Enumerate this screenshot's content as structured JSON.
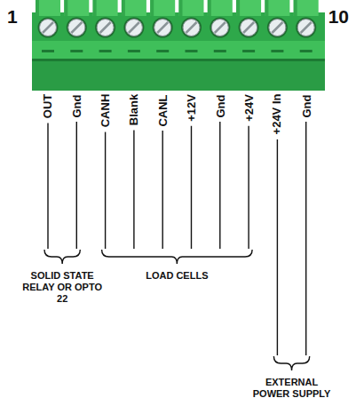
{
  "diagram": {
    "labels": [
      "1",
      "10",
      "OUT",
      "Gnd",
      "CANH",
      "Blank",
      "CANL",
      "+12V",
      "Gnd",
      "+24V",
      "+24V In",
      "Gnd",
      "SOLID STATE RELAY OR OPTO 22",
      "LOAD CELLS",
      "EXTERNAL POWER SUPPLY"
    ]
  }
}
